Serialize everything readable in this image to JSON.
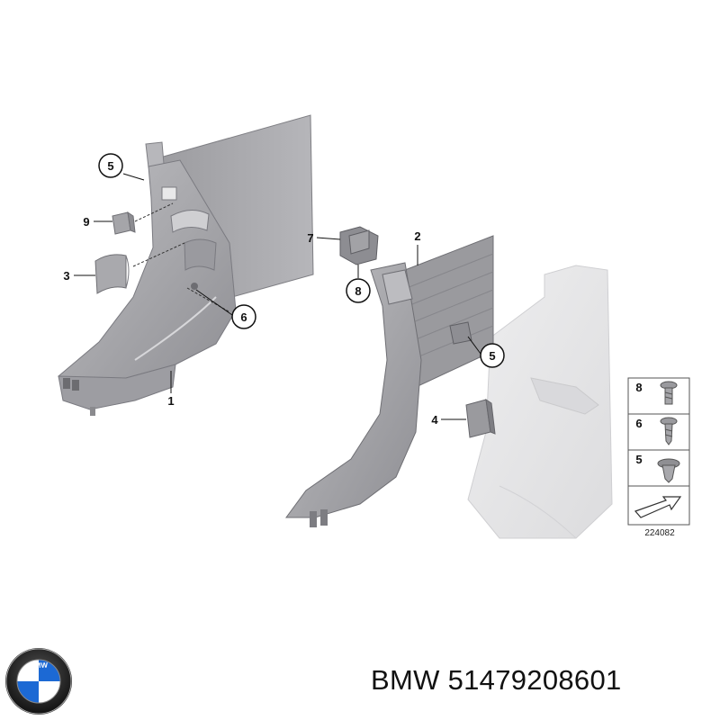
{
  "callouts": {
    "c5a": "5",
    "c9": "9",
    "c3": "3",
    "c6": "6",
    "c1": "1",
    "c7": "7",
    "c8": "8",
    "c2": "2",
    "c5b": "5",
    "c4": "4"
  },
  "legend": {
    "items": [
      "8",
      "6",
      "5"
    ],
    "diagram_id": "224082"
  },
  "logo": {
    "brand_letters": "BMW"
  },
  "caption": {
    "brand": "BMW",
    "part_number": "51479208601"
  },
  "colors": {
    "trim": "#a9a9ad",
    "trim_dark": "#8b8b90",
    "ghost": "#e6e6e8",
    "bmw_blue": "#1c69d4"
  }
}
